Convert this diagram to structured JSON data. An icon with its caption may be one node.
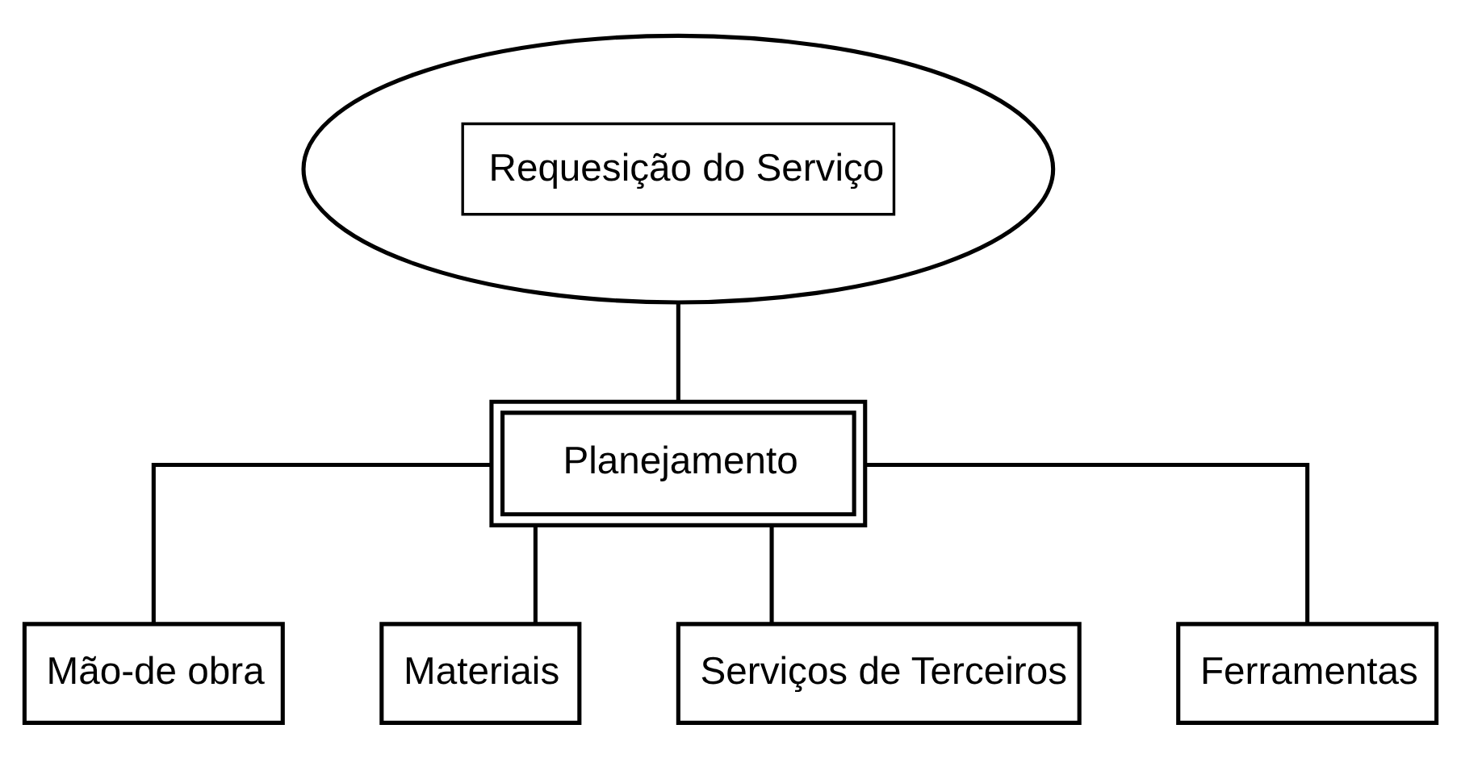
{
  "diagram": {
    "nodes": [
      {
        "text": [
          "Requesição do Serviço"
        ]
      },
      {
        "text": [
          "Planejamento"
        ]
      },
      {
        "text": [
          "Mão-de obra"
        ]
      },
      {
        "text": [
          "Materiais"
        ]
      },
      {
        "text": [
          "Serviços de Terceiros"
        ]
      },
      {
        "text": [
          "Ferramentas"
        ]
      }
    ],
    "edges": [
      {
        "from": 0,
        "to": 1,
        "arrow": "none"
      },
      {
        "from": 1,
        "to": 2,
        "arrow": "none"
      },
      {
        "from": 1,
        "to": 3,
        "arrow": "none"
      },
      {
        "from": 1,
        "to": 4,
        "arrow": "none"
      },
      {
        "from": 1,
        "to": 5,
        "arrow": "none"
      }
    ]
  }
}
